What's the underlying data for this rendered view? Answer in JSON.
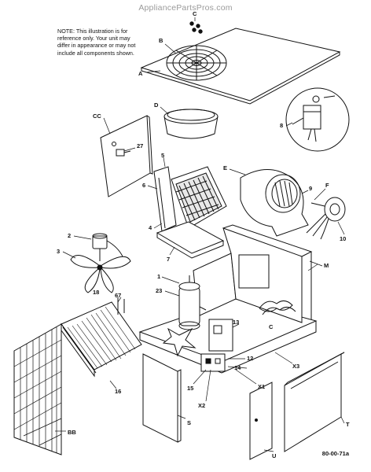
{
  "site": {
    "watermark": "AppliancePartsPros.com"
  },
  "note": {
    "line1": "NOTE:   This illustration is for",
    "line2": "reference only.   Your unit may",
    "line3": "differ in appearance or may not",
    "line4": "include all components shown."
  },
  "drawing_code": "80-00-71a",
  "parts": {
    "A": "A",
    "B": "B",
    "C": "C",
    "CC": "CC",
    "D": "D",
    "E": "E",
    "F": "F",
    "M": "M",
    "S": "S",
    "T": "T",
    "U": "U",
    "X1": "X1",
    "X2": "X2",
    "X3": "X3",
    "BB": "BB",
    "n1": "1",
    "n2": "2",
    "n3": "3",
    "n4": "4",
    "n5": "5",
    "n6": "6",
    "n7": "7",
    "n8": "8",
    "n9": "9",
    "n10": "10",
    "n12": "12",
    "n13": "13",
    "n14": "14",
    "n15": "15",
    "n16": "16",
    "n18": "18",
    "n23": "23",
    "n27": "27",
    "n67": "67"
  }
}
